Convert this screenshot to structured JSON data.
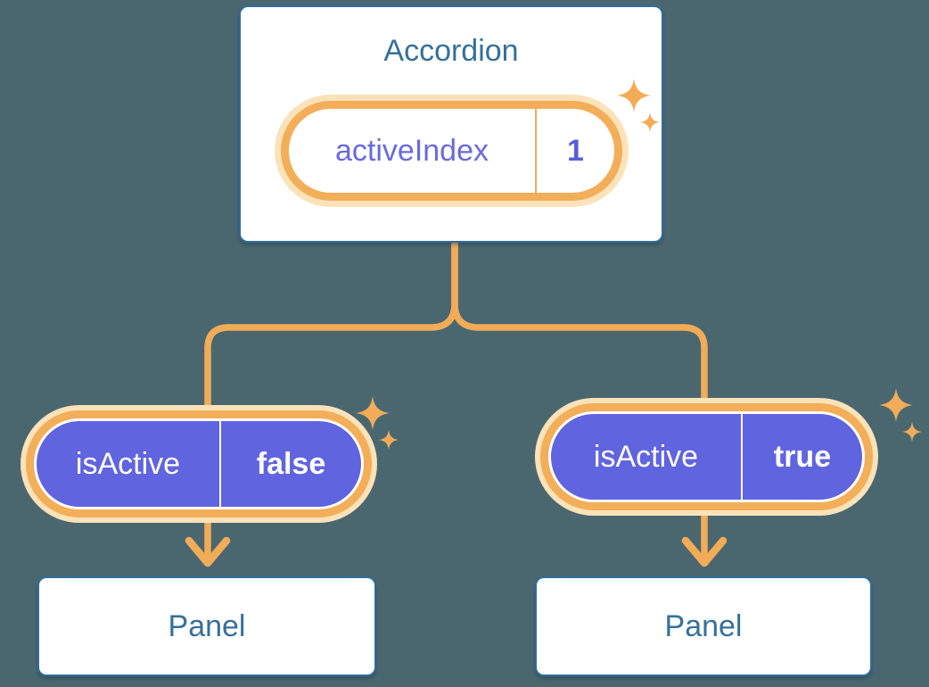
{
  "colors": {
    "background": "#4A6770",
    "box_border": "#2E6D9D",
    "heading_text": "#35709C",
    "pill_ring": "#F3AE59",
    "pill_glow": "#FBE2B9",
    "pill_fill": "#6164DF",
    "connector": "#F2AC57",
    "key_purple": "#6A6AE0",
    "value_purple": "#5A5FD6"
  },
  "icons": {
    "sparkle": "four-point-star",
    "arrow": "down-arrow-chevron"
  },
  "accordion": {
    "title": "Accordion",
    "state": {
      "label": "activeIndex",
      "value": "1"
    }
  },
  "children": [
    {
      "prop_label": "isActive",
      "prop_value": "false",
      "panel_label": "Panel"
    },
    {
      "prop_label": "isActive",
      "prop_value": "true",
      "panel_label": "Panel"
    }
  ]
}
